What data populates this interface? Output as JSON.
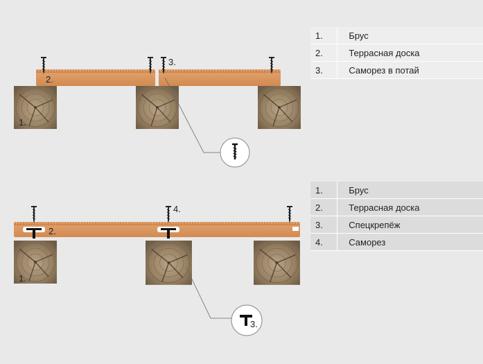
{
  "legend_top": [
    {
      "num": "1.",
      "label": "Брус"
    },
    {
      "num": "2.",
      "label": "Террасная доска"
    },
    {
      "num": "3.",
      "label": "Саморез в потай"
    }
  ],
  "legend_bottom": [
    {
      "num": "1.",
      "label": "Брус"
    },
    {
      "num": "2.",
      "label": "Террасная доска"
    },
    {
      "num": "3.",
      "label": "Спецкрепёж"
    },
    {
      "num": "4.",
      "label": "Саморез"
    }
  ],
  "top_markers": {
    "beam": "1.",
    "board": "2.",
    "screw": "3."
  },
  "bottom_markers": {
    "beam": "1.",
    "board": "2.",
    "fastener": "3.",
    "screw": "4."
  },
  "colors": {
    "board": "#d9955f",
    "board_edge": "#b9753f",
    "wood": "#9a8466",
    "wood_dark": "#5a4a38",
    "screw": "#222222"
  }
}
